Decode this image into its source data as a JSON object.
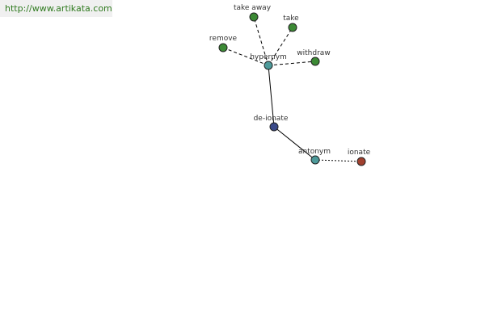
{
  "watermark": {
    "url_text": "http://www.artikata.com"
  },
  "colors": {
    "green_node": "#3c8a35",
    "teal_node": "#4d9a9a",
    "navy_node": "#3a4a8a",
    "red_node": "#a0402e"
  },
  "graph": {
    "nodes": [
      {
        "id": "hypernym-hub",
        "label": "hypernym",
        "color": "teal"
      },
      {
        "id": "take-away",
        "label": "take away",
        "color": "green"
      },
      {
        "id": "take",
        "label": "take",
        "color": "green"
      },
      {
        "id": "remove",
        "label": "remove",
        "color": "green"
      },
      {
        "id": "withdraw",
        "label": "withdraw",
        "color": "green"
      },
      {
        "id": "de-ionate",
        "label": "de-ionate",
        "color": "navy"
      },
      {
        "id": "antonym-hub",
        "label": "antonym",
        "color": "teal"
      },
      {
        "id": "ionate",
        "label": "ionate",
        "color": "red"
      }
    ],
    "edges": [
      {
        "from": "hypernym-hub",
        "to": "take-away",
        "style": "dashed"
      },
      {
        "from": "hypernym-hub",
        "to": "take",
        "style": "dashed"
      },
      {
        "from": "hypernym-hub",
        "to": "remove",
        "style": "dashed"
      },
      {
        "from": "hypernym-hub",
        "to": "withdraw",
        "style": "dashed"
      },
      {
        "from": "de-ionate",
        "to": "hypernym-hub",
        "style": "solid"
      },
      {
        "from": "de-ionate",
        "to": "antonym-hub",
        "style": "solid"
      },
      {
        "from": "antonym-hub",
        "to": "ionate",
        "style": "dotted"
      }
    ]
  }
}
